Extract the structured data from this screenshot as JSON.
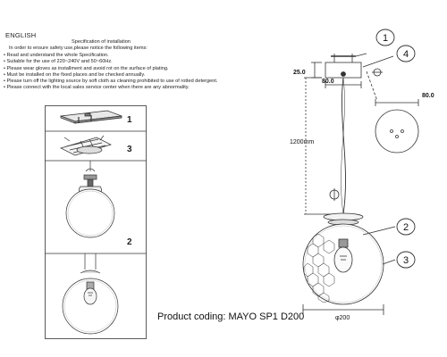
{
  "document": {
    "language": "ENGLISH",
    "spec_title": "Specification of installation",
    "spec_intro": "In order to ensure safety use,please notice the following items:",
    "spec_items": [
      "Read and understand the whole Specification.",
      "Suitable for the use of 220~240V and 50~60Hz.",
      "Please wear gloves as installment and avoid rot on the surface of plating.",
      "Must be installed on the fixed places and be checked annually.",
      "Please turn off the lighting source by soft cloth as cleaning prohibited to use of rotted detergent.",
      "Please connect with the local sales service center when there are any abnormality."
    ],
    "product_coding": "Product coding: MAYO SP1 D200"
  },
  "steps": {
    "step1": "1",
    "step3": "3",
    "step2": "2"
  },
  "drawing": {
    "callouts": [
      "1",
      "4",
      "2",
      "3"
    ],
    "dim_canopy_height": "25.0",
    "dim_canopy_width": "80.0",
    "dim_canopy_detail": "80.0",
    "dim_cable_length": "1200mm",
    "dim_globe": "φ200"
  }
}
